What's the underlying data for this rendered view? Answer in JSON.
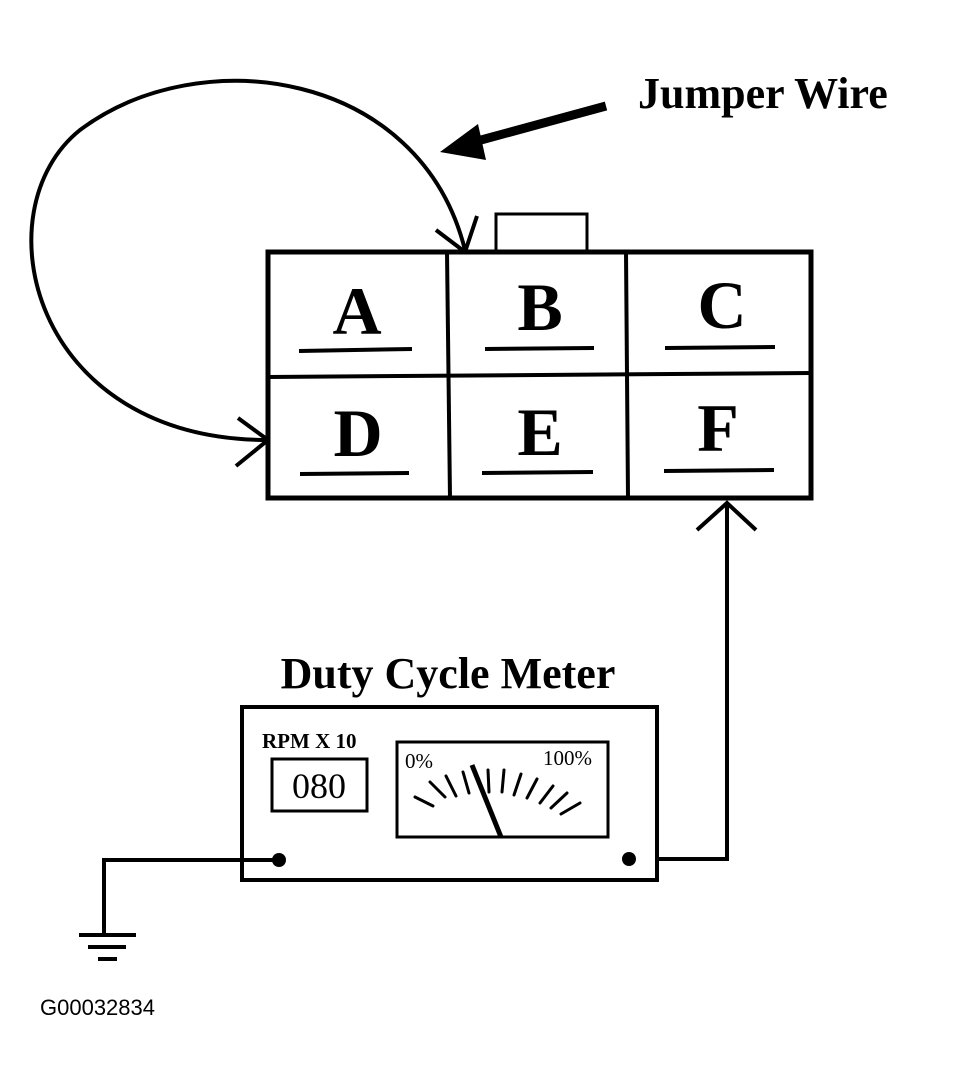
{
  "labels": {
    "jumper_wire": "Jumper Wire",
    "meter_title": "Duty Cycle Meter",
    "figure_id": "G00032834"
  },
  "connector": {
    "pins": [
      "A",
      "B",
      "C",
      "D",
      "E",
      "F"
    ]
  },
  "meter": {
    "rpm_label": "RPM X 10",
    "rpm_value": "080",
    "gauge_min": "0%",
    "gauge_max": "100%"
  },
  "colors": {
    "ink": "#000000",
    "background": "#ffffff"
  }
}
